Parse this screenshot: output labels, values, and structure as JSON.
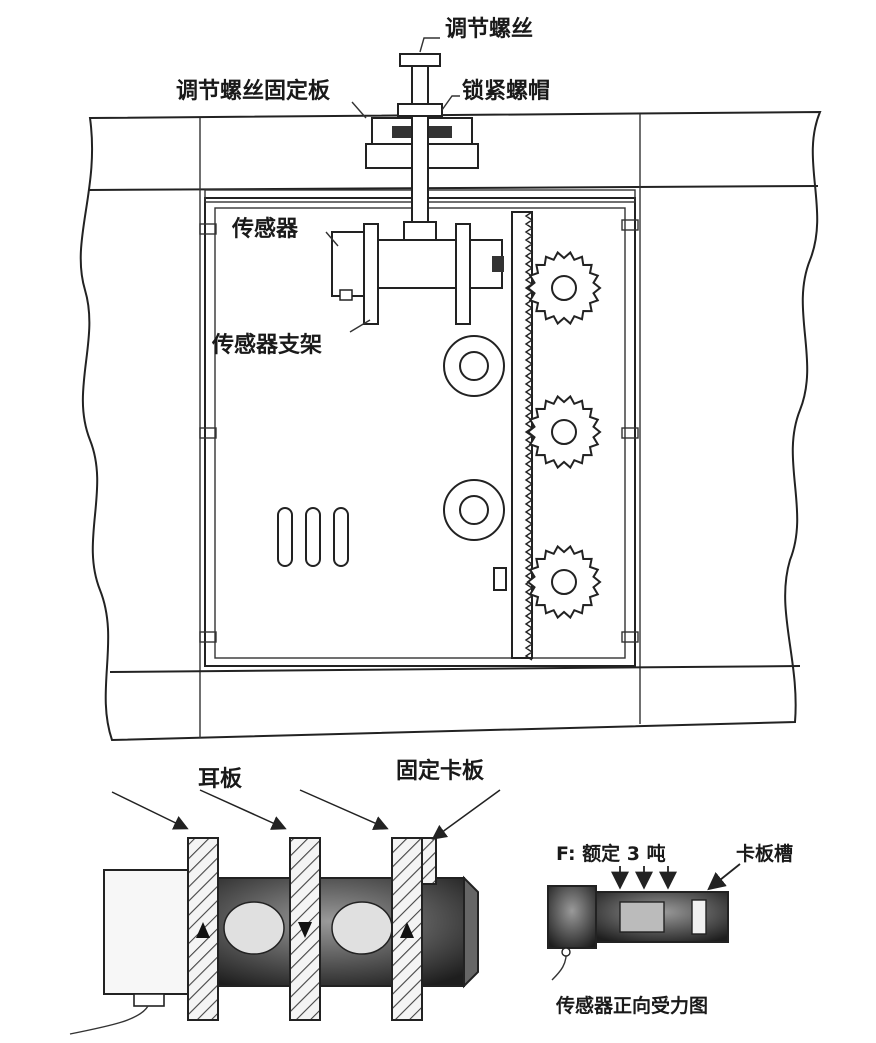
{
  "labels": {
    "adjust_screw": "调节螺丝",
    "screw_plate": "调节螺丝固定板",
    "lock_nut": "锁紧螺帽",
    "sensor": "传感器",
    "sensor_bracket": "传感器支架",
    "ear_plate": "耳板",
    "clamp_plate": "固定卡板",
    "force_rating": "F: 额定 3 吨",
    "slot": "卡板槽",
    "caption": "传感器正向受力图"
  },
  "colors": {
    "line": "#222222",
    "dark_fill": "#2e2e2e",
    "hatch": "#444444",
    "background": "#ffffff"
  }
}
